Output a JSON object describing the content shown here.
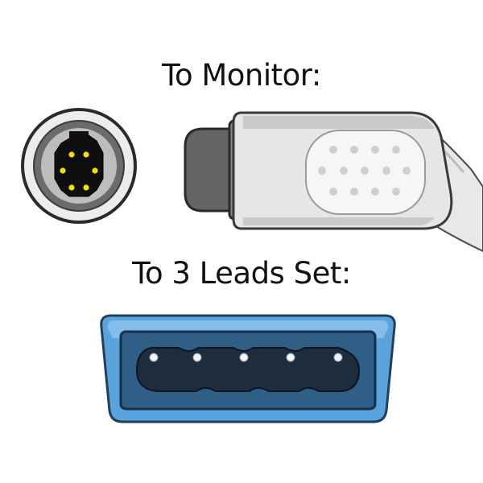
{
  "monitor_section": {
    "heading": "To Monitor:",
    "connector_face": "round 6-pin connector face",
    "connector_side": "gray molded plug side view"
  },
  "leads_section": {
    "heading": "To 3 Leads Set:",
    "connector_face": "blue 5-socket leads connector face"
  },
  "colors": {
    "plug_gray": "#e6e6e6",
    "dark_gray": "#5f5f5f",
    "pin_yellow": "#f2e200",
    "socket_black": "#101010",
    "blue_outer": "#5ba3dd",
    "blue_inner": "#2f5f86",
    "socket_navy": "#1e2d3d"
  }
}
